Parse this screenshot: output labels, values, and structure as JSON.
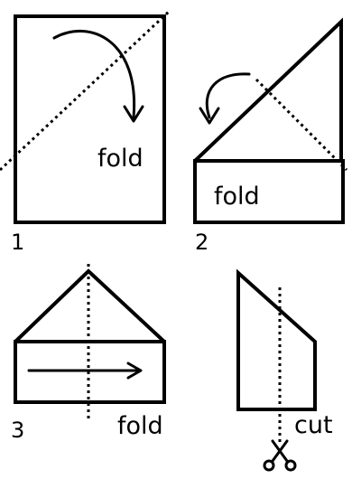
{
  "steps": [
    {
      "number": "1",
      "label": "fold"
    },
    {
      "number": "2",
      "label": "fold"
    },
    {
      "number": "3",
      "label": "fold"
    },
    {
      "number": "",
      "label": "cut"
    }
  ],
  "icons": {
    "fold_direction": "curved-arrow-icon",
    "slide_direction": "right-arrow-icon",
    "cutting_tool": "scissors-icon"
  },
  "colors": {
    "ink": "#000000",
    "paper": "#ffffff"
  }
}
